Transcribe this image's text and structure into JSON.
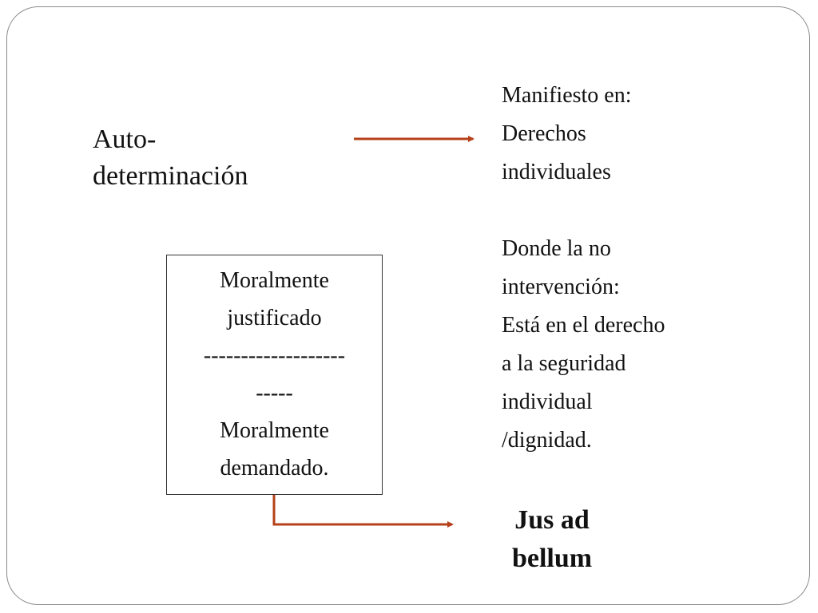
{
  "colors": {
    "arrow": "#b5401a",
    "frame": "#8a8a8a",
    "text": "#111111"
  },
  "left_label": {
    "line1": "Auto-",
    "line2": "determinación"
  },
  "right_notes": {
    "line1": "Manifiesto en:",
    "line2": "Derechos",
    "line3": "individuales",
    "line4": "Donde la no",
    "line5": "intervención:",
    "line6": "Está en el derecho",
    "line7": "a la seguridad",
    "line8": "individual",
    "line9": "/dignidad."
  },
  "box": {
    "line1": "Moralmente",
    "line2": "justificado",
    "line3": "-------------------",
    "line4": "-----",
    "line5": "Moralmente",
    "line6": "demandado."
  },
  "conclusion": {
    "line1": "Jus ad",
    "line2": "bellum"
  }
}
